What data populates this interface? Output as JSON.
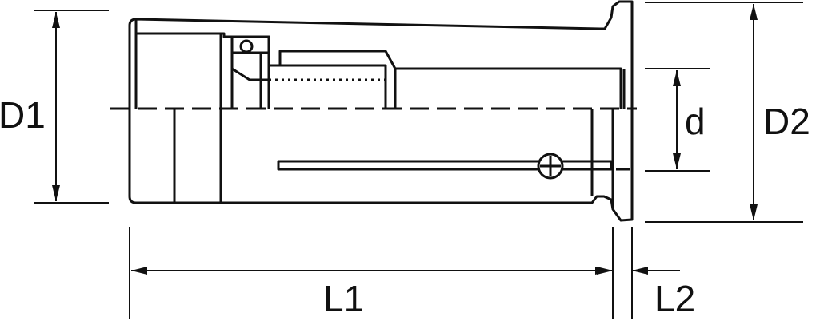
{
  "labels": {
    "d1": "D1",
    "d2": "D2",
    "d": "d",
    "l1": "L1",
    "l2": "L2"
  },
  "colors": {
    "stroke": "#111111",
    "background": "#ffffff"
  }
}
